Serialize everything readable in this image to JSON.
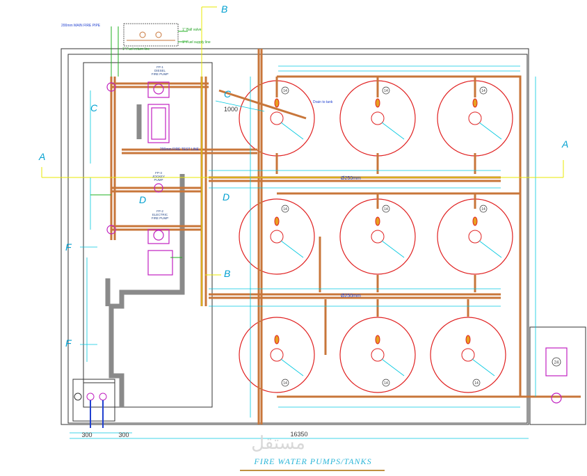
{
  "drawing": {
    "title": "FIRE WATER PUMPS/TANKS",
    "overall_dimension": "16350",
    "bottom_dims": [
      "300",
      "300"
    ],
    "dim_1000": "1000",
    "main_fire_pipe": "200mm MAIN FIRE PIPE",
    "fire_test_line": "200mm FIRE TEST LINE",
    "header_label": "Ø250mm",
    "ball_valve": "1\" Ball valve",
    "fuel_supply": "1\" Fuel supply line",
    "fuel_return": "1\" Fuel return line",
    "drain_label": "Drain to tank",
    "pump_labels": {
      "diesel": [
        "FP-1",
        "DIESEL",
        "FIRE PUMP"
      ],
      "jockey": [
        "FP-3",
        "JOCKEY",
        "PUMP"
      ],
      "electric": [
        "FP-2",
        "ELECTRIC",
        "FIRE PUMP"
      ]
    },
    "section_markers": {
      "A": "A",
      "B": "B",
      "C": "C",
      "D": "D",
      "F": "F"
    },
    "tank_tag": "14",
    "equipment_tag": "24",
    "watermark": "مستقل"
  },
  "colors": {
    "pipe": "#c8763a",
    "tank": "#e02020",
    "cyan": "#00c8e0",
    "yellow": "#e8e800",
    "green": "#20b020",
    "dark": "#333333",
    "magenta": "#c020c0",
    "duct": "#8a8a8a"
  }
}
